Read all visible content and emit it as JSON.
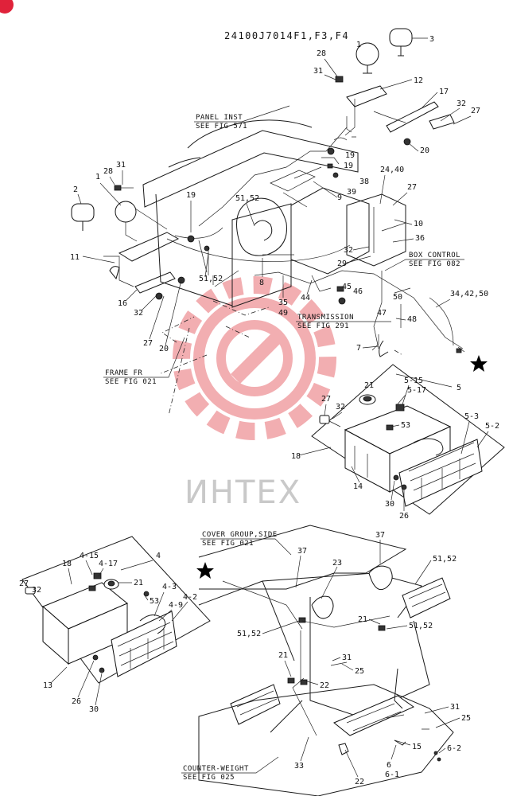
{
  "drawing_code": "24100J7014F1,F3,F4",
  "watermark": "ИНТЕХ",
  "colors": {
    "ink": "#111111",
    "watermark_gear": "#e86c72",
    "watermark_text": "#c9c9c9",
    "corner_badge": "#e0223a"
  },
  "references": [
    {
      "name": "panel-inst",
      "lines": [
        "PANEL INST",
        "SEE FIG 571"
      ]
    },
    {
      "name": "box-control",
      "lines": [
        "BOX CONTROL",
        "SEE FIG 082"
      ]
    },
    {
      "name": "transmission",
      "lines": [
        "TRANSMISSION",
        "SEE FIG 291"
      ]
    },
    {
      "name": "frame-fr",
      "lines": [
        "FRAME FR",
        "SEE FIG 021"
      ]
    },
    {
      "name": "cover-group-side",
      "lines": [
        "COVER GROUP,SIDE",
        "SEE FIG 021"
      ]
    },
    {
      "name": "counter-weight",
      "lines": [
        "COUNTER-WEIGHT",
        "SEE FIG 025"
      ]
    }
  ],
  "callouts": [
    "1",
    "3",
    "28",
    "31",
    "12",
    "17",
    "32",
    "27",
    "20",
    "19",
    "19",
    "38",
    "39",
    "24,40",
    "27",
    "2",
    "1",
    "28",
    "31",
    "19",
    "51,52",
    "9",
    "10",
    "36",
    "11",
    "51,52",
    "8",
    "29",
    "32",
    "45",
    "46",
    "16",
    "32",
    "27",
    "20",
    "35",
    "49",
    "44",
    "50",
    "34,42,50",
    "47",
    "48",
    "7",
    "21",
    "5-15",
    "5-17",
    "5",
    "27",
    "32",
    "53",
    "5-3",
    "5-2",
    "18",
    "14",
    "30",
    "26",
    "37",
    "37",
    "23",
    "51,52",
    "18",
    "4-15",
    "4-17",
    "4",
    "27",
    "32",
    "21",
    "53",
    "4-3",
    "4-9",
    "4-2",
    "51,52",
    "21",
    "51,52",
    "13",
    "26",
    "30",
    "21",
    "31",
    "25",
    "22",
    "31",
    "25",
    "15",
    "6",
    "6-1",
    "6-2",
    "33",
    "22"
  ]
}
